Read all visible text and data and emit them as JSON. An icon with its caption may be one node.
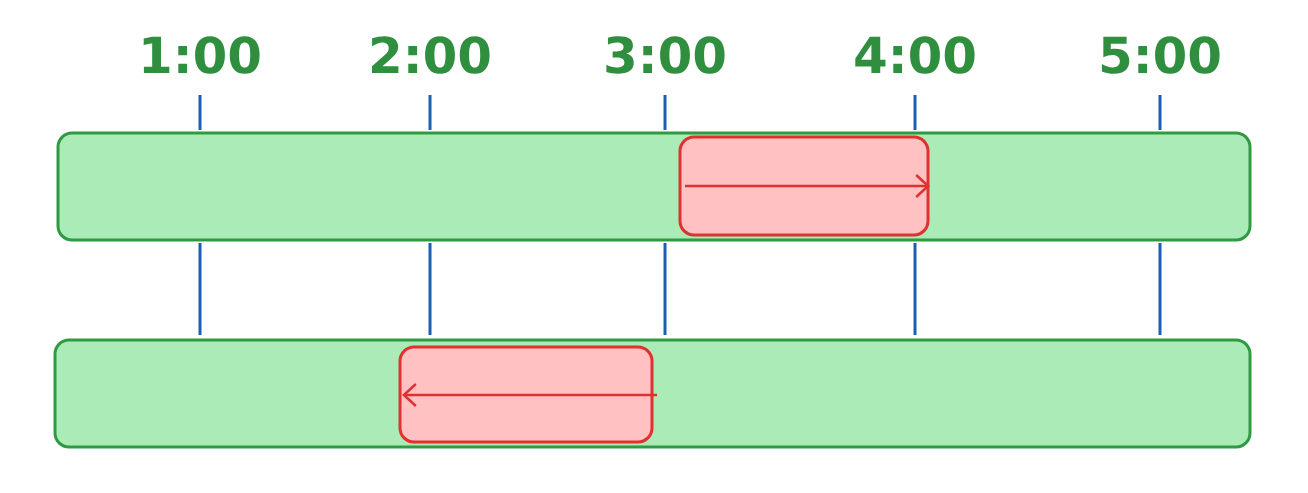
{
  "diagram": {
    "nodes": [
      {
        "text": [],
        "shape": "bar"
      },
      {
        "text": [],
        "shape": "box",
        "in": 0
      },
      {
        "text": [],
        "shape": "bar"
      },
      {
        "text": [],
        "shape": "box",
        "in": 2
      }
    ],
    "labels": [
      "1:00",
      "2:00",
      "3:00",
      "4:00",
      "5:00"
    ]
  }
}
